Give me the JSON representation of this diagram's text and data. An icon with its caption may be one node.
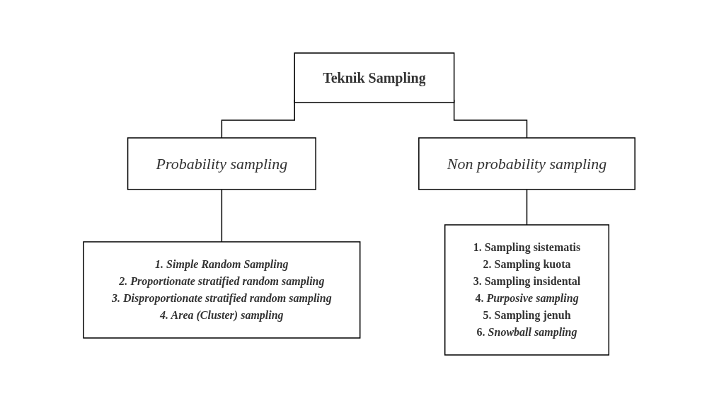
{
  "diagram": {
    "nodes": [
      {
        "text": [
          "Teknik Sampling"
        ]
      },
      {
        "text": [
          "Probability sampling"
        ]
      },
      {
        "text": [
          "Non probability sampling"
        ]
      },
      {
        "text": [
          "1. Simple Random Sampling",
          "2. Proportionate stratified random sampling",
          "3. Disproportionate stratified random sampling",
          "4. Area (Cluster) sampling"
        ]
      },
      {
        "text": [
          "1. Sampling sistematis",
          "2. Sampling kuota",
          "3. Sampling insidental",
          "4. *Purposive sampling*",
          "5. Sampling jenuh",
          "6. *Snowball sampling*"
        ]
      }
    ],
    "edges": [
      {
        "from": 0,
        "to": 1,
        "arrow": "none"
      },
      {
        "from": 0,
        "to": 2,
        "arrow": "none"
      },
      {
        "from": 1,
        "to": 3,
        "arrow": "none"
      },
      {
        "from": 2,
        "to": 4,
        "arrow": "none"
      }
    ]
  }
}
